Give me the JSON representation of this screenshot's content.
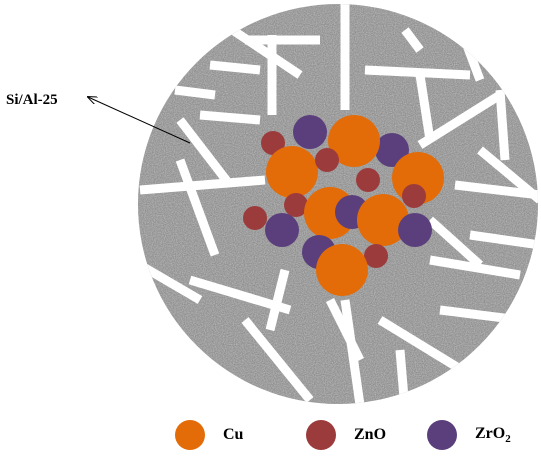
{
  "support": {
    "label": "Si/Al-25"
  },
  "legend": [
    {
      "key": "cu",
      "label": "Cu",
      "sub": "",
      "color": "#e36c09"
    },
    {
      "key": "zno",
      "label": "ZnO",
      "sub": "",
      "color": "#9c3b3b"
    },
    {
      "key": "zro2",
      "label": "ZrO",
      "sub": "2",
      "color": "#5b3f7d"
    }
  ],
  "colors": {
    "support_fill": "#8f8f8f",
    "channel": "#ffffff",
    "cu": "#e36c09",
    "zno": "#9c3b3b",
    "zro2": "#5b3f7d"
  }
}
